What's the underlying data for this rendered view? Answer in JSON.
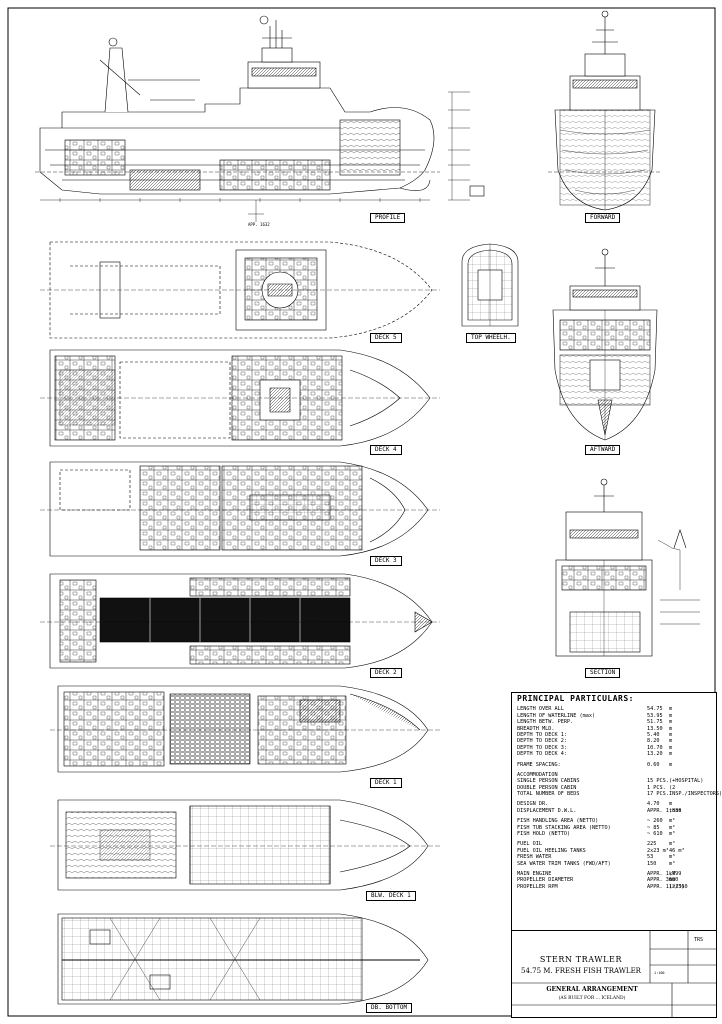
{
  "views": {
    "profile": "PROFILE",
    "forward": "FORWARD",
    "aftward": "AFTWARD",
    "section": "SECTION",
    "deck5": "DECK 5",
    "top_wheelh": "TOP WHEELH.",
    "deck4": "DECK 4",
    "deck3": "DECK 3",
    "deck2": "DECK 2",
    "deck1": "DECK 1",
    "blw_deck1": "BLW. DECK 1",
    "db_bottom": "DB. BOTTOM"
  },
  "profile_marks": {
    "frame_ref": "APP. 1632"
  },
  "principal_particulars": {
    "title": "PRINCIPAL PARTICULARS:",
    "main": [
      {
        "name": "LENGTH OVER ALL",
        "value": "54.75",
        "unit": "m"
      },
      {
        "name": "LENGTH OF WATERLINE (max)",
        "value": "53.95",
        "unit": "m"
      },
      {
        "name": "LENGTH BETW. PERP.",
        "value": "51.75",
        "unit": "m"
      },
      {
        "name": "BREADTH MLD.",
        "value": "13.50",
        "unit": "m"
      },
      {
        "name": "DEPTH TO DECK 1:",
        "value": "5.40",
        "unit": "m"
      },
      {
        "name": "DEPTH TO DECK 2:",
        "value": "8.20",
        "unit": "m"
      },
      {
        "name": "DEPTH TO DECK 3:",
        "value": "10.70",
        "unit": "m"
      },
      {
        "name": "DEPTH TO DECK 4:",
        "value": "13.20",
        "unit": "m"
      }
    ],
    "frame": {
      "name": "FRAME SPACING:",
      "value": "0.60",
      "unit": "m"
    },
    "accommodation": {
      "header": "ACCOMMODATION",
      "rows": [
        {
          "name": "SINGLE PERSON CABINS",
          "value": "15 PCS.",
          "extra": "(+HOSPITAL)"
        },
        {
          "name": "DOUBLE PERSON CABIN",
          "value": "1 PCS.",
          "extra": "(2 INSP./INSPECTORS)"
        },
        {
          "name": "TOTAL NUMBER OF BEDS",
          "value": "17 PCS.",
          "extra": ""
        }
      ]
    },
    "design": [
      {
        "name": "DESIGN DR.",
        "value": "4.70",
        "unit": "m"
      },
      {
        "name": "DISPLACEMENT D.W.L.",
        "value": "APPR. 1,830",
        "unit": "tons"
      }
    ],
    "areas": [
      {
        "name": "FISH HANDLING AREA (NETTO)",
        "value": "~ 260",
        "unit": "m²"
      },
      {
        "name": "FISH TUB STACKING AREA (NETTO)",
        "value": "~ 85",
        "unit": "m²"
      },
      {
        "name": "FISH HOLD (NETTO)",
        "value": "~ 610",
        "unit": "m³"
      }
    ],
    "tanks": [
      {
        "name": "FUEL OIL",
        "value": "225",
        "unit": "m³"
      },
      {
        "name": "FUEL OIL HEELING TANKS",
        "value": "2x23 m³",
        "unit": "46 m³"
      },
      {
        "name": "FRESH WATER",
        "value": "53",
        "unit": "m³"
      },
      {
        "name": "SEA WATER TRIM TANKS (FWD/AFT)",
        "value": "150",
        "unit": "m³"
      }
    ],
    "machinery": [
      {
        "name": "MAIN ENGINE",
        "value": "APPR. 1,799",
        "unit": "kW"
      },
      {
        "name": "PROPELLER DIAMETER",
        "value": "APPR. 3600",
        "unit": "mm"
      },
      {
        "name": "PROPELLER RPM",
        "value": "APPR. 112/360",
        "unit": "(~35)"
      }
    ]
  },
  "title_block": {
    "line1": "STERN TRAWLER",
    "line2": "54.75 M. FRESH FISH TRAWLER",
    "line3": "GENERAL ARRANGEMENT",
    "line4": "(AS BUILT FOR ... ICELAND)",
    "scale": "1:100",
    "side_code": "TRS"
  }
}
